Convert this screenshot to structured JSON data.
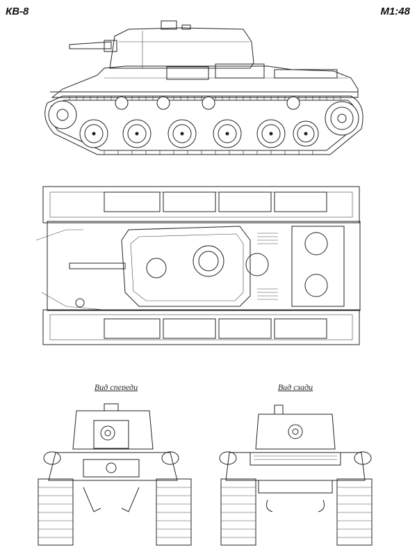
{
  "header": {
    "model": "КВ-8",
    "scale": "M1:48"
  },
  "captions": {
    "front_view": "Вид спереди",
    "rear_view": "Вид сзади"
  },
  "drawing": {
    "subject": "tank-side-view",
    "line_color": "#222222",
    "background": "#ffffff"
  }
}
